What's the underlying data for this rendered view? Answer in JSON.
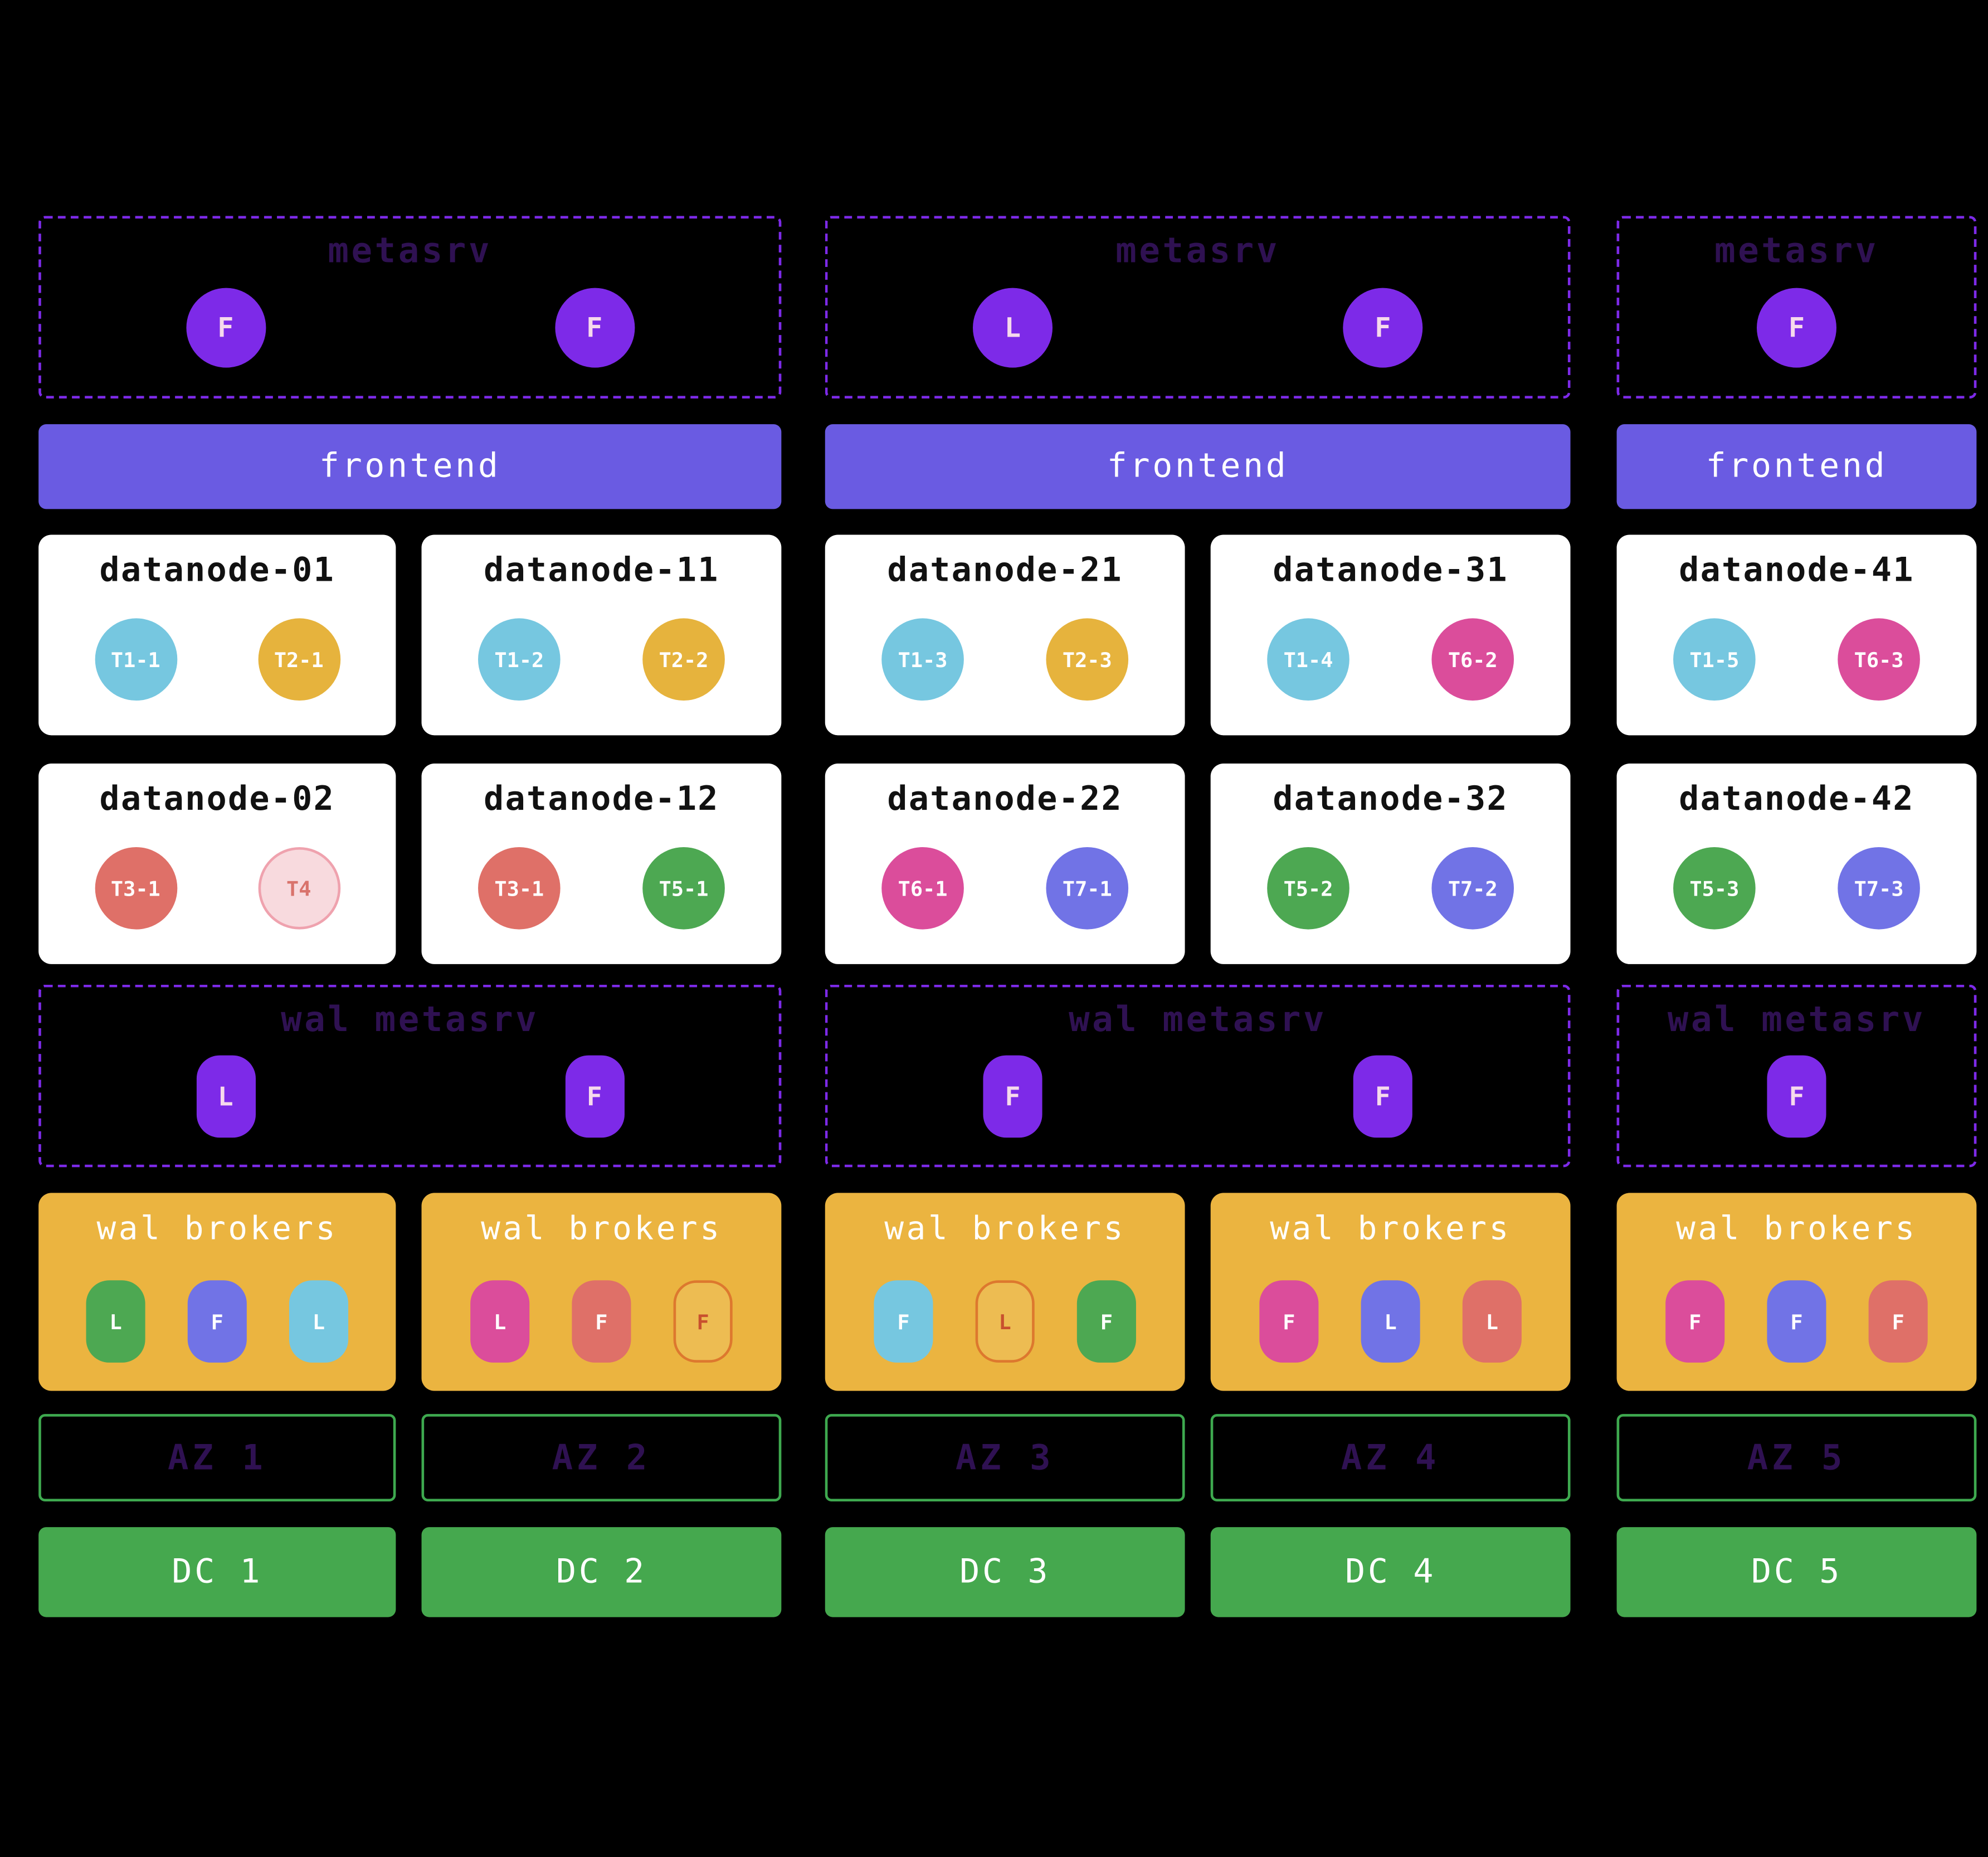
{
  "palette": {
    "bg": "#000000",
    "nodePurple": "#7D2AE8",
    "dashedPurple": "#7D2AE8",
    "dimPurpleText": "#2F1152",
    "nodeLetter": "#F6D9EC",
    "frontendBar": "#6A5BE2",
    "brokerBg": "#EBB440",
    "azBorder": "#3EA94F",
    "dcGreen": "#45A84E",
    "ink": "#111111",
    "cyan": "#76C7E0",
    "gold": "#E6B33D",
    "pink": "#DB4D9B",
    "salmon": "#DF7068",
    "green": "#4DA852",
    "indigo": "#7173E6",
    "fadedPinkBg": "#F8DADE",
    "fadedPinkBorder": "#EFA2AE",
    "fadedPinkText": "#D9736C",
    "fadedGoldBg": "#EDBC52",
    "fadedGoldBorder": "#DD782E",
    "fadedGoldText": "#C8502E"
  },
  "titles": {
    "metasrv": "metasrv",
    "wal_metasrv": "wal metasrv",
    "frontend": "frontend",
    "wal_brokers": "wal brokers"
  },
  "metasrv_clusters": [
    {
      "nodes": [
        {
          "role": "F"
        },
        {
          "role": "F"
        }
      ]
    },
    {
      "nodes": [
        {
          "role": "L"
        },
        {
          "role": "F"
        }
      ]
    },
    {
      "nodes": [
        {
          "role": "F"
        }
      ]
    }
  ],
  "wal_metasrv_clusters": [
    {
      "nodes": [
        {
          "role": "L"
        },
        {
          "role": "F"
        }
      ]
    },
    {
      "nodes": [
        {
          "role": "F"
        },
        {
          "role": "F"
        }
      ]
    },
    {
      "nodes": [
        {
          "role": "F"
        }
      ]
    }
  ],
  "datanodes_row1": [
    {
      "title": "datanode-01",
      "regions": [
        {
          "label": "T1-1",
          "color": "cyan"
        },
        {
          "label": "T2-1",
          "color": "gold"
        }
      ]
    },
    {
      "title": "datanode-11",
      "regions": [
        {
          "label": "T1-2",
          "color": "cyan"
        },
        {
          "label": "T2-2",
          "color": "gold"
        }
      ]
    },
    {
      "title": "datanode-21",
      "regions": [
        {
          "label": "T1-3",
          "color": "cyan"
        },
        {
          "label": "T2-3",
          "color": "gold"
        }
      ]
    },
    {
      "title": "datanode-31",
      "regions": [
        {
          "label": "T1-4",
          "color": "cyan"
        },
        {
          "label": "T6-2",
          "color": "pink"
        }
      ]
    },
    {
      "title": "datanode-41",
      "regions": [
        {
          "label": "T1-5",
          "color": "cyan"
        },
        {
          "label": "T6-3",
          "color": "pink"
        }
      ]
    }
  ],
  "datanodes_row2": [
    {
      "title": "datanode-02",
      "regions": [
        {
          "label": "T3-1",
          "color": "salmon"
        },
        {
          "label": "T4",
          "color": "fadedPink"
        }
      ]
    },
    {
      "title": "datanode-12",
      "regions": [
        {
          "label": "T3-1",
          "color": "salmon"
        },
        {
          "label": "T5-1",
          "color": "green"
        }
      ]
    },
    {
      "title": "datanode-22",
      "regions": [
        {
          "label": "T6-1",
          "color": "pink"
        },
        {
          "label": "T7-1",
          "color": "indigo"
        }
      ]
    },
    {
      "title": "datanode-32",
      "regions": [
        {
          "label": "T5-2",
          "color": "green"
        },
        {
          "label": "T7-2",
          "color": "indigo"
        }
      ]
    },
    {
      "title": "datanode-42",
      "regions": [
        {
          "label": "T5-3",
          "color": "green"
        },
        {
          "label": "T7-3",
          "color": "indigo"
        }
      ]
    }
  ],
  "wal_broker_boxes": [
    {
      "brokers": [
        {
          "role": "L",
          "color": "green"
        },
        {
          "role": "F",
          "color": "indigo"
        },
        {
          "role": "L",
          "color": "cyan"
        }
      ]
    },
    {
      "brokers": [
        {
          "role": "L",
          "color": "pink"
        },
        {
          "role": "F",
          "color": "salmon"
        },
        {
          "role": "F",
          "color": "fadedGold"
        }
      ]
    },
    {
      "brokers": [
        {
          "role": "F",
          "color": "cyan"
        },
        {
          "role": "L",
          "color": "fadedGold"
        },
        {
          "role": "F",
          "color": "green"
        }
      ]
    },
    {
      "brokers": [
        {
          "role": "F",
          "color": "pink"
        },
        {
          "role": "L",
          "color": "indigo"
        },
        {
          "role": "L",
          "color": "salmon"
        }
      ]
    },
    {
      "brokers": [
        {
          "role": "F",
          "color": "pink"
        },
        {
          "role": "F",
          "color": "indigo"
        },
        {
          "role": "F",
          "color": "salmon"
        }
      ]
    }
  ],
  "azs": [
    "AZ 1",
    "AZ 2",
    "AZ 3",
    "AZ 4",
    "AZ 5"
  ],
  "dcs": [
    "DC 1",
    "DC 2",
    "DC 3",
    "DC 4",
    "DC 5"
  ]
}
